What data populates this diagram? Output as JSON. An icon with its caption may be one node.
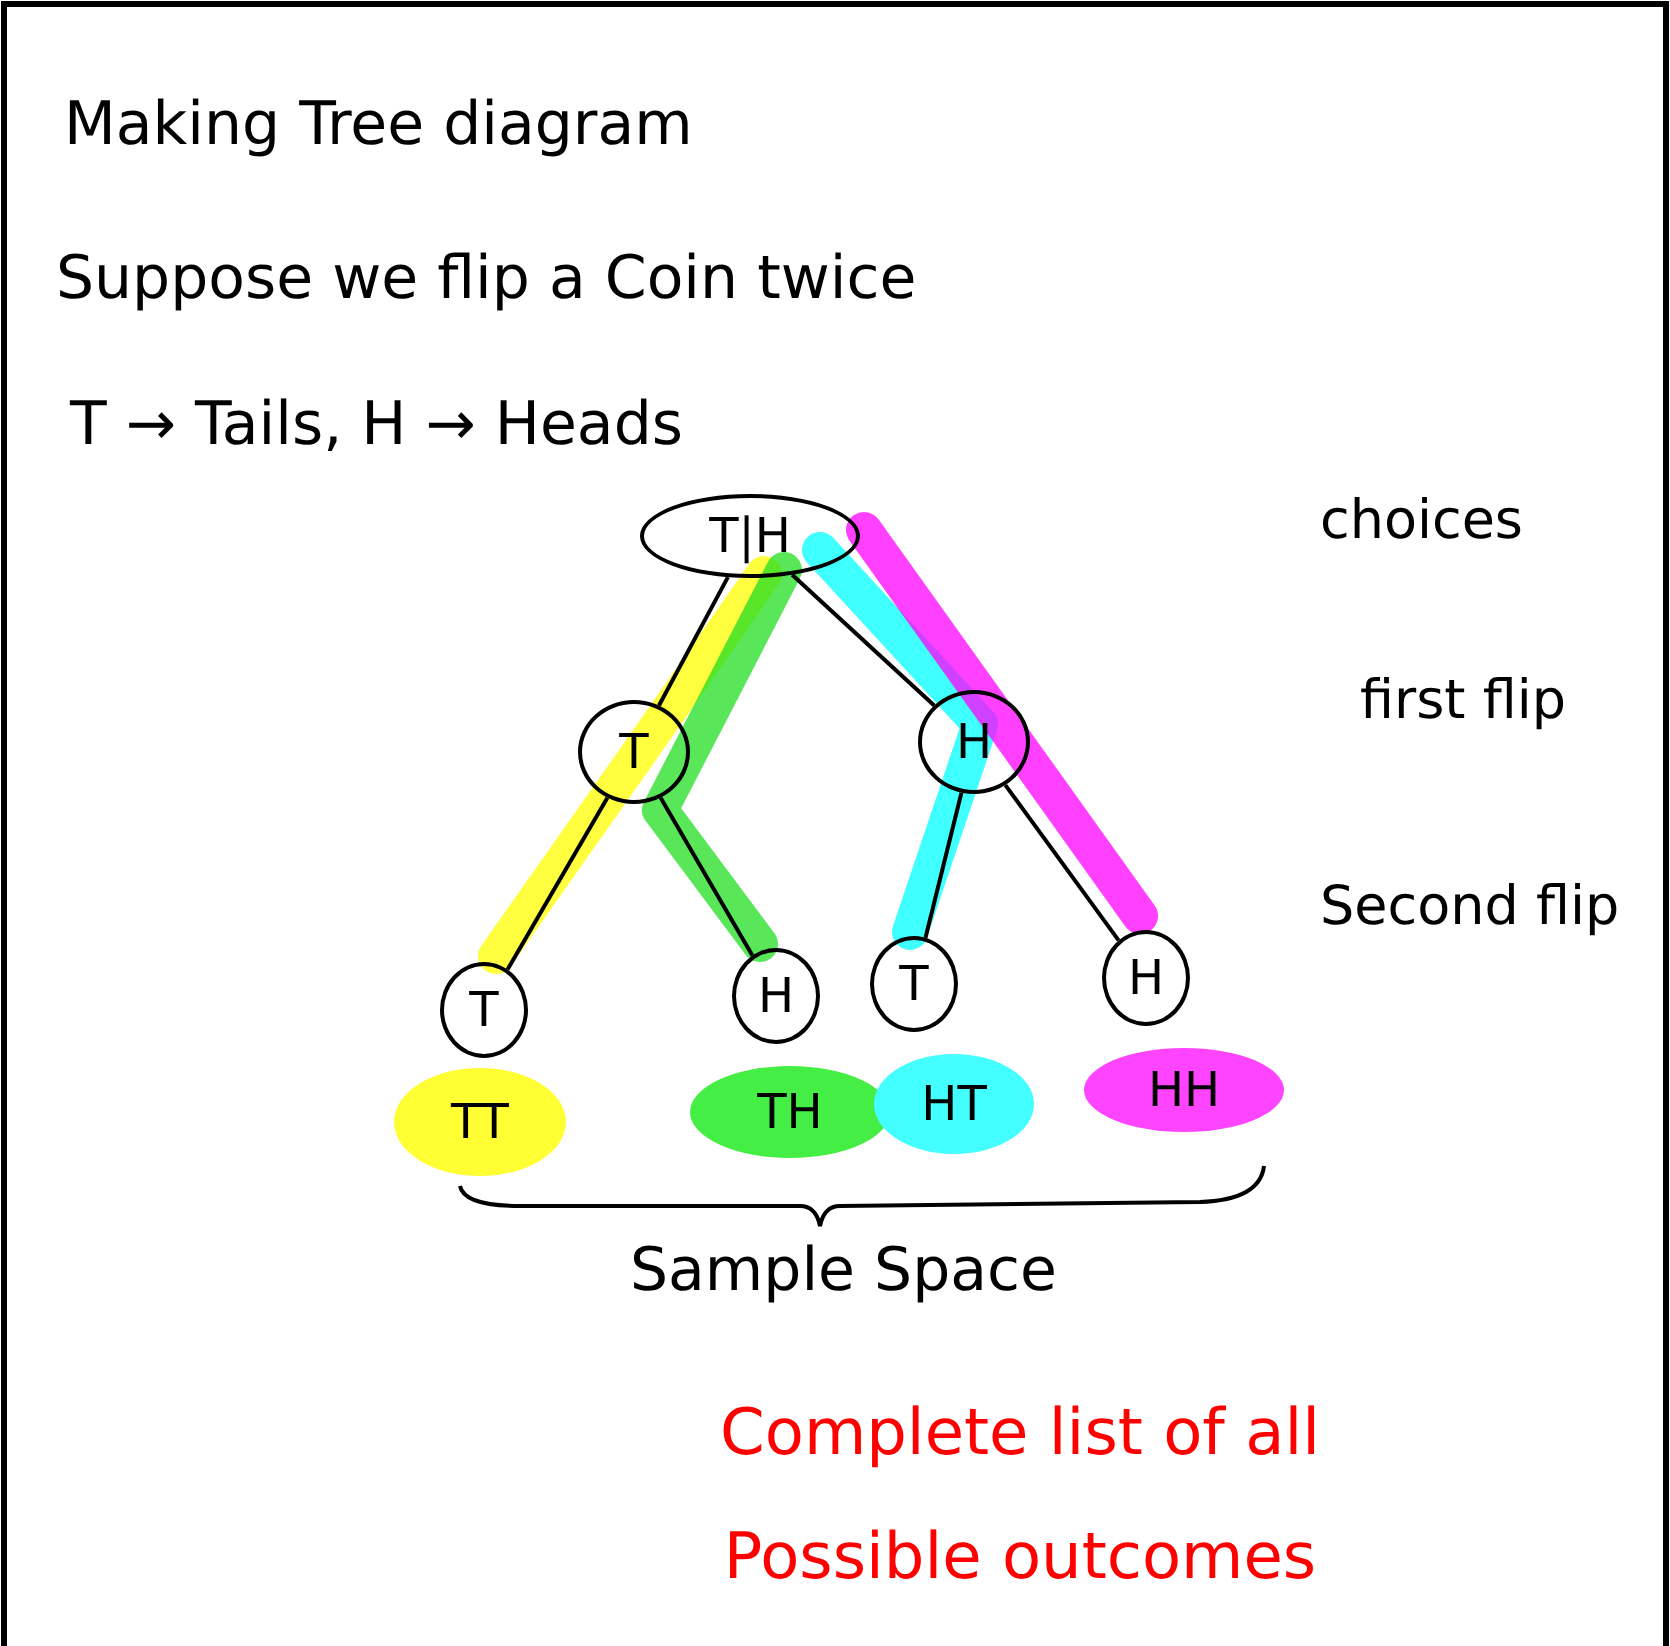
{
  "diagram": {
    "title": "Making Tree diagram",
    "nodes": [
      {
        "text": [
          "T|H"
        ]
      },
      {
        "text": [
          "T"
        ]
      },
      {
        "text": [
          "H"
        ]
      },
      {
        "text": [
          "T"
        ]
      },
      {
        "text": [
          "H"
        ]
      },
      {
        "text": [
          "T"
        ]
      },
      {
        "text": [
          "H"
        ]
      },
      {
        "text": [
          "TT"
        ]
      },
      {
        "text": [
          "TH"
        ]
      },
      {
        "text": [
          "HT"
        ]
      },
      {
        "text": [
          "HH"
        ]
      }
    ],
    "edges": [
      {
        "from": 0,
        "to": 1,
        "arrow": "none"
      },
      {
        "from": 0,
        "to": 2,
        "arrow": "none"
      },
      {
        "from": 1,
        "to": 3,
        "arrow": "none"
      },
      {
        "from": 1,
        "to": 4,
        "arrow": "none"
      },
      {
        "from": 2,
        "to": 5,
        "arrow": "none"
      },
      {
        "from": 2,
        "to": 6,
        "arrow": "none"
      }
    ],
    "labels": [
      "Suppose we flip a Coin twice",
      "T → Tails, H → Heads",
      "choices",
      "first flip",
      "Second flip",
      "Sample Space",
      "Complete list of all Possible outcomes"
    ]
  }
}
